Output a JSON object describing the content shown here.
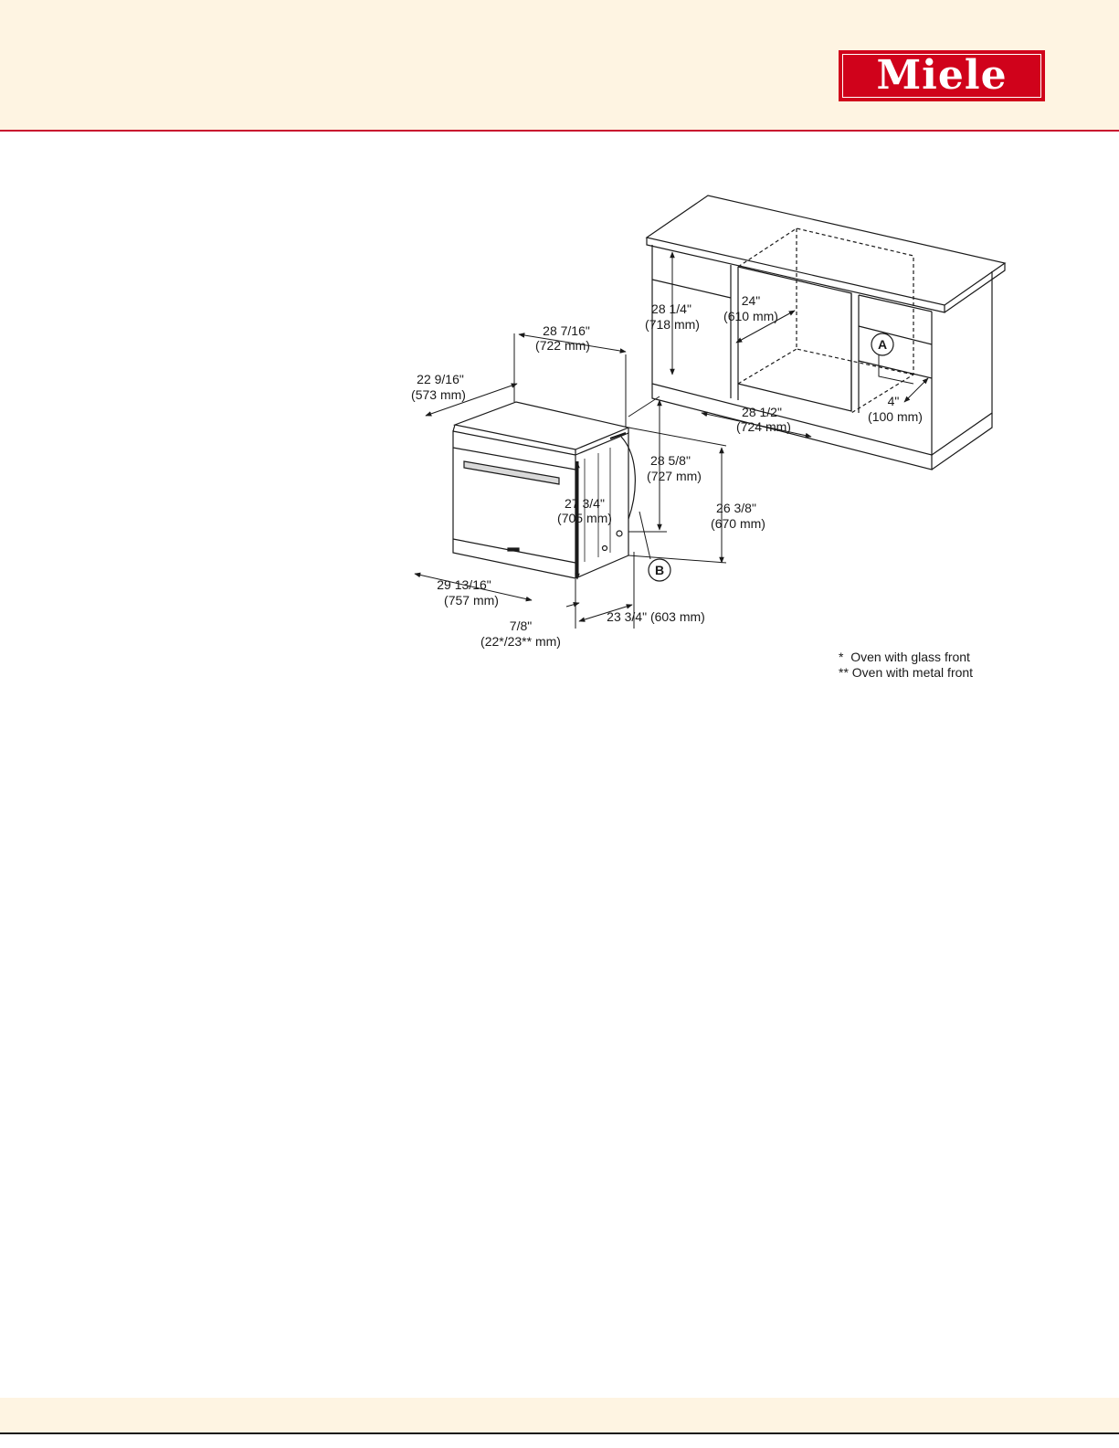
{
  "brand": {
    "logo_text": "Miele",
    "accent_color": "#d0021b",
    "header_bg": "#fef4e2"
  },
  "dimensions": {
    "d1_in": "28 7/16\"",
    "d1_mm": "(722 mm)",
    "d2_in": "22 9/16\"",
    "d2_mm": "(573 mm)",
    "d3_in": "28 1/4\"",
    "d3_mm": "(718 mm)",
    "d4_in": "24\"",
    "d4_mm": "(610 mm)",
    "d5_in": "28 1/2\"",
    "d5_mm": "(724 mm)",
    "d6_in": "4\"",
    "d6_mm": "(100 mm)",
    "d7_in": "28 5/8\"",
    "d7_mm": "(727 mm)",
    "d8_in": "27 3/4\"",
    "d8_mm": "(705 mm)",
    "d9_in": "26 3/8\"",
    "d9_mm": "(670 mm)",
    "d10_in": "29 13/16\"",
    "d10_mm": "(757 mm)",
    "d11": "23 3/4\" (603 mm)",
    "d12_in": "7/8\"",
    "d12_mm": "(22*/23** mm)"
  },
  "callouts": {
    "a": "A",
    "b": "B"
  },
  "notes": {
    "glass": "*  Oven with glass front",
    "metal": "** Oven with metal front"
  }
}
